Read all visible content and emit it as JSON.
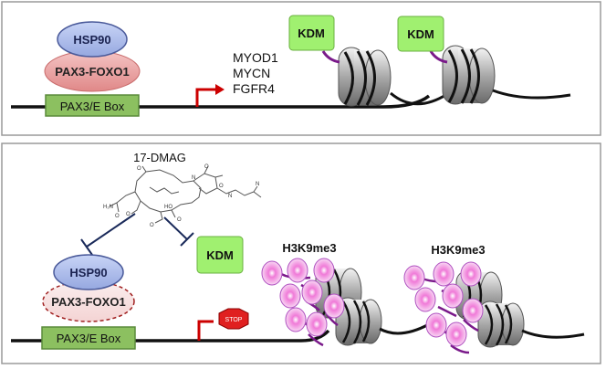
{
  "top_panel": {
    "hsp90_label": "HSP90",
    "pax3foxo1_label": "PAX3-FOXO1",
    "box_label": "PAX3/E Box",
    "genes": [
      "MYOD1",
      "MYCN",
      "FGFR4"
    ],
    "kdm_labels": [
      "KDM",
      "KDM"
    ]
  },
  "bottom_panel": {
    "drug_label": "17-DMAG",
    "hsp90_label": "HSP90",
    "pax3foxo1_label": "PAX3-FOXO1",
    "box_label": "PAX3/E Box",
    "kdm_label": "KDM",
    "stop_label": "STOP",
    "mark_labels": [
      "H3K9me3",
      "H3K9me3"
    ]
  },
  "colors": {
    "hsp90_fill": "#a8b8e8",
    "pax3foxo1_fill": "#e8a0a0",
    "box_fill": "#8cc060",
    "kdm_fill": "#a0f070",
    "promoter_arrow": "#cc0000",
    "inhibit_line": "#1a2a5a",
    "methyl_fill": "#f0b0e8",
    "tail_color": "#7a1a8a"
  }
}
